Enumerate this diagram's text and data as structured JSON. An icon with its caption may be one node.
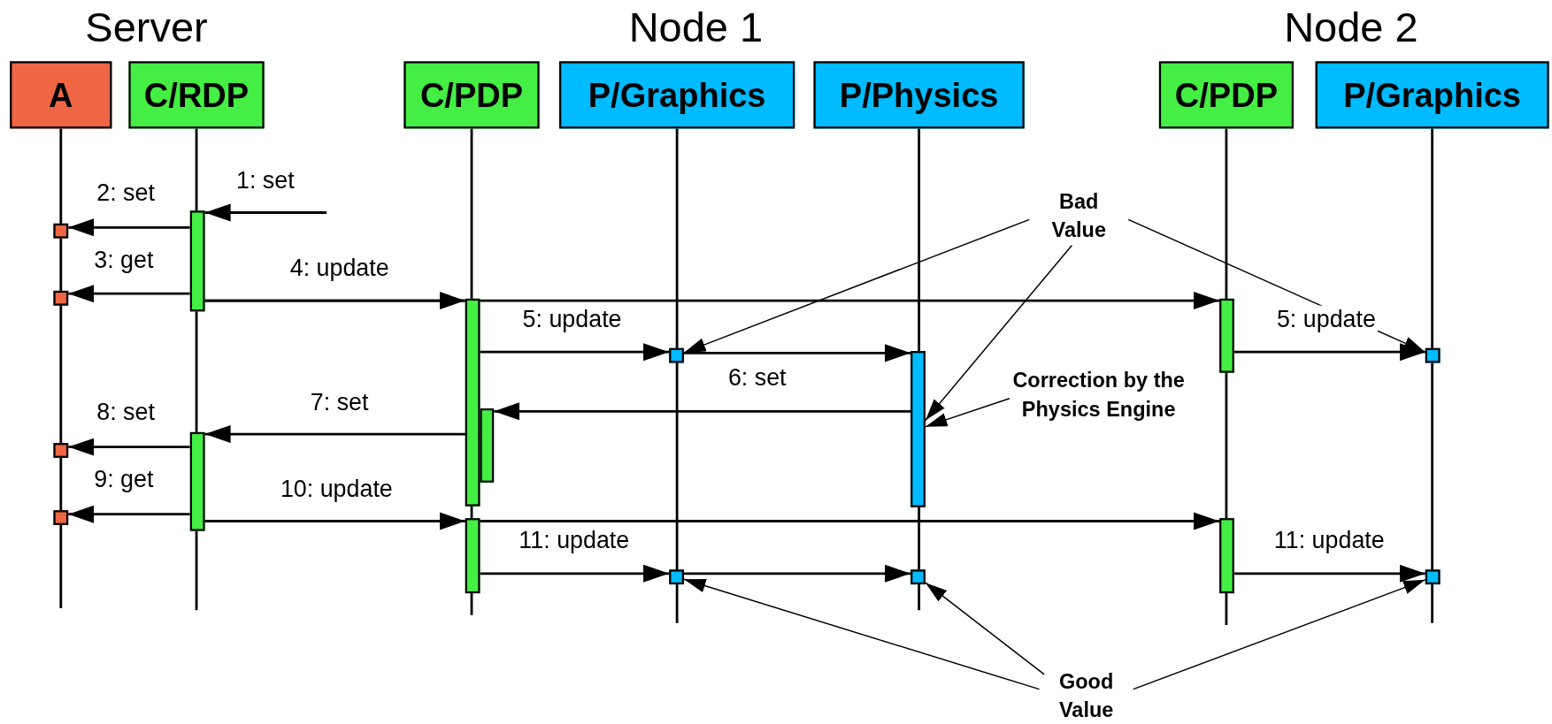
{
  "diagram": {
    "nodes": [
      {
        "text": [
          "A"
        ]
      },
      {
        "text": [
          "C/RDP"
        ]
      },
      {
        "text": [
          "C/PDP"
        ]
      },
      {
        "text": [
          "P/Graphics"
        ]
      },
      {
        "text": [
          "P/Physics"
        ]
      },
      {
        "text": [
          "C/PDP"
        ]
      },
      {
        "text": [
          "P/Graphics"
        ]
      },
      {
        "text": [],
        "shape": "bar"
      },
      {
        "text": [],
        "shape": "box"
      },
      {
        "text": [],
        "shape": "box"
      },
      {
        "text": [],
        "shape": "bar"
      },
      {
        "text": [],
        "shape": "bar"
      },
      {
        "text": [],
        "shape": "box"
      },
      {
        "text": [],
        "shape": "bar"
      },
      {
        "text": [],
        "shape": "box"
      },
      {
        "text": [],
        "shape": "bar"
      },
      {
        "text": [],
        "shape": "bar"
      },
      {
        "text": [],
        "shape": "box"
      },
      {
        "text": [],
        "shape": "box"
      },
      {
        "text": [],
        "shape": "bar"
      },
      {
        "text": [],
        "shape": "bar"
      },
      {
        "text": [],
        "shape": "box"
      },
      {
        "text": [],
        "shape": "box"
      },
      {
        "text": [],
        "shape": "box"
      },
      {
        "text": [
          "Bad Value"
        ]
      },
      {
        "text": [
          "Correction by the Physics Engine"
        ]
      },
      {
        "text": [
          "Good Value"
        ]
      }
    ],
    "edges": [
      {
        "from": null,
        "to": 7,
        "arrow": "to",
        "label": "1: set"
      },
      {
        "from": 7,
        "to": 8,
        "arrow": "to",
        "label": "2: set"
      },
      {
        "from": 7,
        "to": 9,
        "arrow": "to",
        "label": "3: get"
      },
      {
        "from": 7,
        "to": 10,
        "arrow": "to",
        "label": "4: update"
      },
      {
        "from": 7,
        "to": 11,
        "arrow": "to"
      },
      {
        "from": 10,
        "to": 12,
        "arrow": "to",
        "label": "5: update"
      },
      {
        "from": 12,
        "to": 13,
        "arrow": "to"
      },
      {
        "from": 11,
        "to": 14,
        "arrow": "to",
        "label": "5: update"
      },
      {
        "from": 13,
        "to": 15,
        "arrow": "to",
        "label": "6: set"
      },
      {
        "from": 15,
        "to": 16,
        "arrow": "to",
        "label": "7: set"
      },
      {
        "from": 16,
        "to": 17,
        "arrow": "to",
        "label": "8: set"
      },
      {
        "from": 16,
        "to": 18,
        "arrow": "to",
        "label": "9: get"
      },
      {
        "from": 16,
        "to": 19,
        "arrow": "to",
        "label": "10: update"
      },
      {
        "from": 16,
        "to": 20,
        "arrow": "to"
      },
      {
        "from": 19,
        "to": 21,
        "arrow": "to",
        "label": "11: update"
      },
      {
        "from": 21,
        "to": 22,
        "arrow": "to"
      },
      {
        "from": 20,
        "to": 23,
        "arrow": "to",
        "label": "11: update"
      },
      {
        "from": 24,
        "to": 12,
        "arrow": "to"
      },
      {
        "from": 24,
        "to": 13,
        "arrow": "to"
      },
      {
        "from": 24,
        "to": 14,
        "arrow": "to"
      },
      {
        "from": 25,
        "to": 13,
        "arrow": "to"
      },
      {
        "from": 26,
        "to": 21,
        "arrow": "to"
      },
      {
        "from": 26,
        "to": 22,
        "arrow": "to"
      },
      {
        "from": 26,
        "to": 23,
        "arrow": "to"
      }
    ],
    "labels": [
      "Server",
      "Node 1",
      "Node 2"
    ]
  }
}
